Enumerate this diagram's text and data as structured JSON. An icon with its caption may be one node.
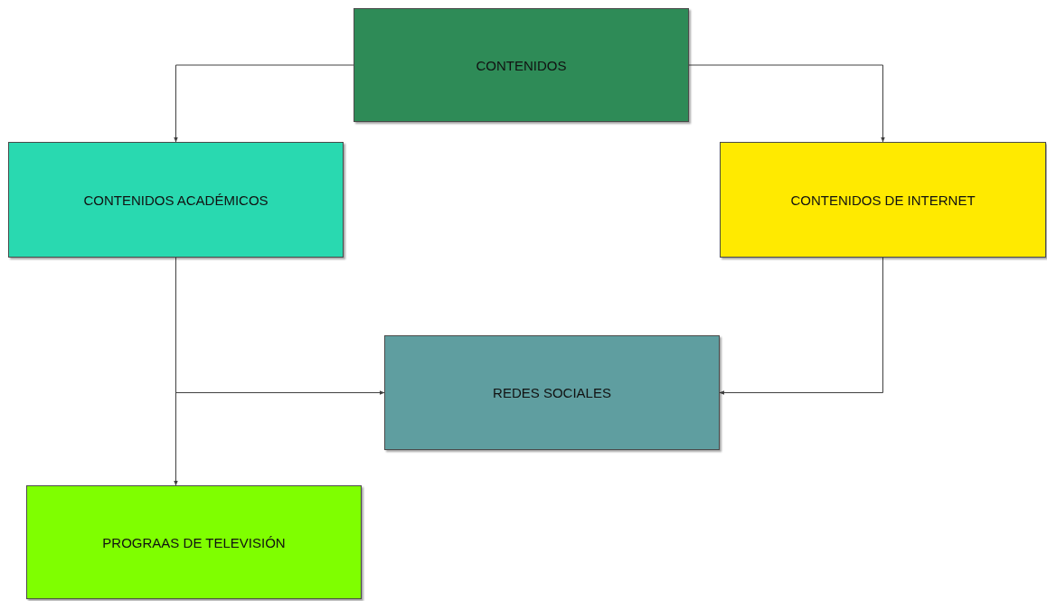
{
  "diagram": {
    "nodes": [
      {
        "text": [
          "CONTENIDOS"
        ]
      },
      {
        "text": [
          "CONTENIDOS ACADÉMICOS"
        ]
      },
      {
        "text": [
          "CONTENIDOS DE INTERNET"
        ]
      },
      {
        "text": [
          "REDES SOCIALES"
        ]
      },
      {
        "text": [
          "PROGRAAS DE TELEVISIÓN"
        ]
      }
    ],
    "edges": [
      {
        "from": 0,
        "to": 1,
        "arrow": "to"
      },
      {
        "from": 0,
        "to": 2,
        "arrow": "to"
      },
      {
        "from": 1,
        "to": 4,
        "arrow": "to"
      },
      {
        "from": 1,
        "to": 3,
        "arrow": "to"
      },
      {
        "from": 2,
        "to": 3,
        "arrow": "to"
      }
    ]
  }
}
